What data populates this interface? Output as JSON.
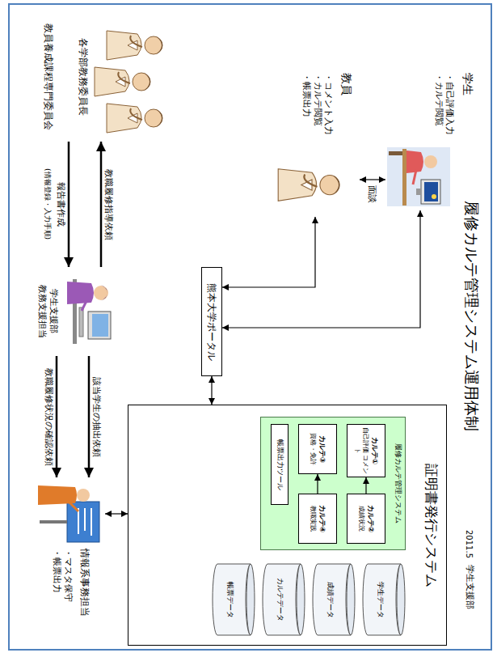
{
  "diagram": {
    "title": "履修カルテ管理システム運用体制",
    "nodes": [
      {
        "text": [
          "学生",
          "・自己評価入力 ・カルテ閲覧"
        ]
      },
      {
        "text": [
          "教員",
          "・コメント入力 ・カルテ閲覧 ・帳票出力"
        ]
      },
      {
        "text": [
          "熊本大学ポータル"
        ]
      },
      {
        "text": [
          "証明書発行システム"
        ]
      },
      {
        "text": [
          "履修カルテ管理システム"
        ],
        "in": 3
      },
      {
        "text": [
          "カルテ①",
          "自己評価 コメント"
        ],
        "in": 4
      },
      {
        "text": [
          "カルテ②",
          "成績状況"
        ],
        "in": 4
      },
      {
        "text": [
          "カルテ③",
          "資格・免許"
        ],
        "in": 4
      },
      {
        "text": [
          "カルテ④",
          "教職実践"
        ],
        "in": 4
      },
      {
        "text": [
          "帳票出力ツール"
        ],
        "in": 4
      },
      {
        "text": [
          "学生データ"
        ],
        "in": 3
      },
      {
        "text": [
          "成績データ"
        ],
        "in": 3
      },
      {
        "text": [
          "カルテデータ"
        ],
        "in": 3
      },
      {
        "text": [
          "帳票データ"
        ],
        "in": 3
      },
      {
        "text": [
          "各学部教務委員長",
          "教員養成課程専門委員会"
        ]
      },
      {
        "text": [
          "学生支援部 教務支援担当"
        ]
      },
      {
        "text": [
          "情報系事務担当",
          "・マスタ保守 ・帳票出力"
        ]
      }
    ],
    "edges": [
      {
        "from": 0,
        "to": 1,
        "label": "面談",
        "arrow": "both"
      },
      {
        "from": 0,
        "to": 2,
        "arrow": "both"
      },
      {
        "from": 1,
        "to": 2,
        "arrow": "both"
      },
      {
        "from": 2,
        "to": 3,
        "arrow": "both"
      },
      {
        "from": 6,
        "to": 5,
        "arrow": "to"
      },
      {
        "from": 8,
        "to": 7,
        "arrow": "to"
      },
      {
        "from": 15,
        "to": 14,
        "label": "教職履修指導依頼",
        "arrow": "to"
      },
      {
        "from": 14,
        "to": 15,
        "label": "報告書作成",
        "arrow": "to"
      },
      {
        "from": 15,
        "to": 16,
        "label": "該当学生の抽出依頼",
        "arrow": "to"
      },
      {
        "from": 15,
        "to": 16,
        "label": "教職履修状況の確認依頼",
        "arrow": "to"
      },
      {
        "from": 16,
        "to": 3,
        "arrow": "both"
      }
    ],
    "labels": [
      "2011.5",
      "学生支援部",
      "(情報登録・入力手順)"
    ]
  }
}
